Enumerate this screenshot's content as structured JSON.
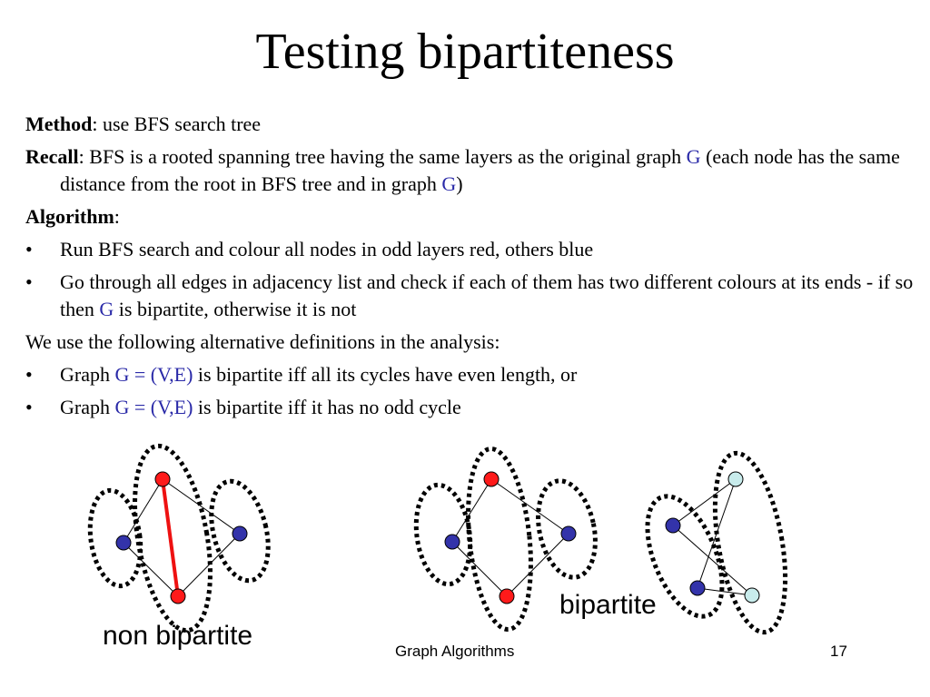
{
  "title": "Testing bipartiteness",
  "method": {
    "label": "Method",
    "text": ": use BFS search tree"
  },
  "recall": {
    "label": "Recall",
    "text1": ": BFS is a rooted spanning tree having the same layers as the original graph ",
    "g1": "G",
    "text2": " (each node has the same distance from the root in BFS tree and in graph ",
    "g2": "G",
    "text3": ")"
  },
  "algorithm": {
    "label": "Algorithm",
    "colon": ":"
  },
  "bullet_char": "•",
  "bullets1": [
    {
      "text": "Run BFS search and colour all nodes in odd layers red, others blue"
    },
    {
      "pre": "Go through all edges in adjacency list and check if each of them has two different colours at its ends - if so then ",
      "g": "G",
      "post": " is bipartite, otherwise it is not"
    }
  ],
  "alt_intro": "We use the following alternative definitions in the analysis:",
  "bullets2": [
    {
      "pre": "Graph ",
      "g": "G = (V,E)",
      "post": " is bipartite iff all its cycles have even length, or"
    },
    {
      "pre": "Graph ",
      "g": "G = (V,E)",
      "post": " is bipartite iff it has no odd cycle"
    }
  ],
  "figure_labels": {
    "non_bipartite": "non bipartite",
    "bipartite": "bipartite"
  },
  "footer": {
    "center": "Graph Algorithms",
    "page": "17"
  },
  "colors": {
    "red_node": "#ff1a1a",
    "blue_node": "#3333aa",
    "light_node": "#c8ecec",
    "highlight_edge": "#ee1111",
    "accent_text": "#2a2aa8"
  }
}
